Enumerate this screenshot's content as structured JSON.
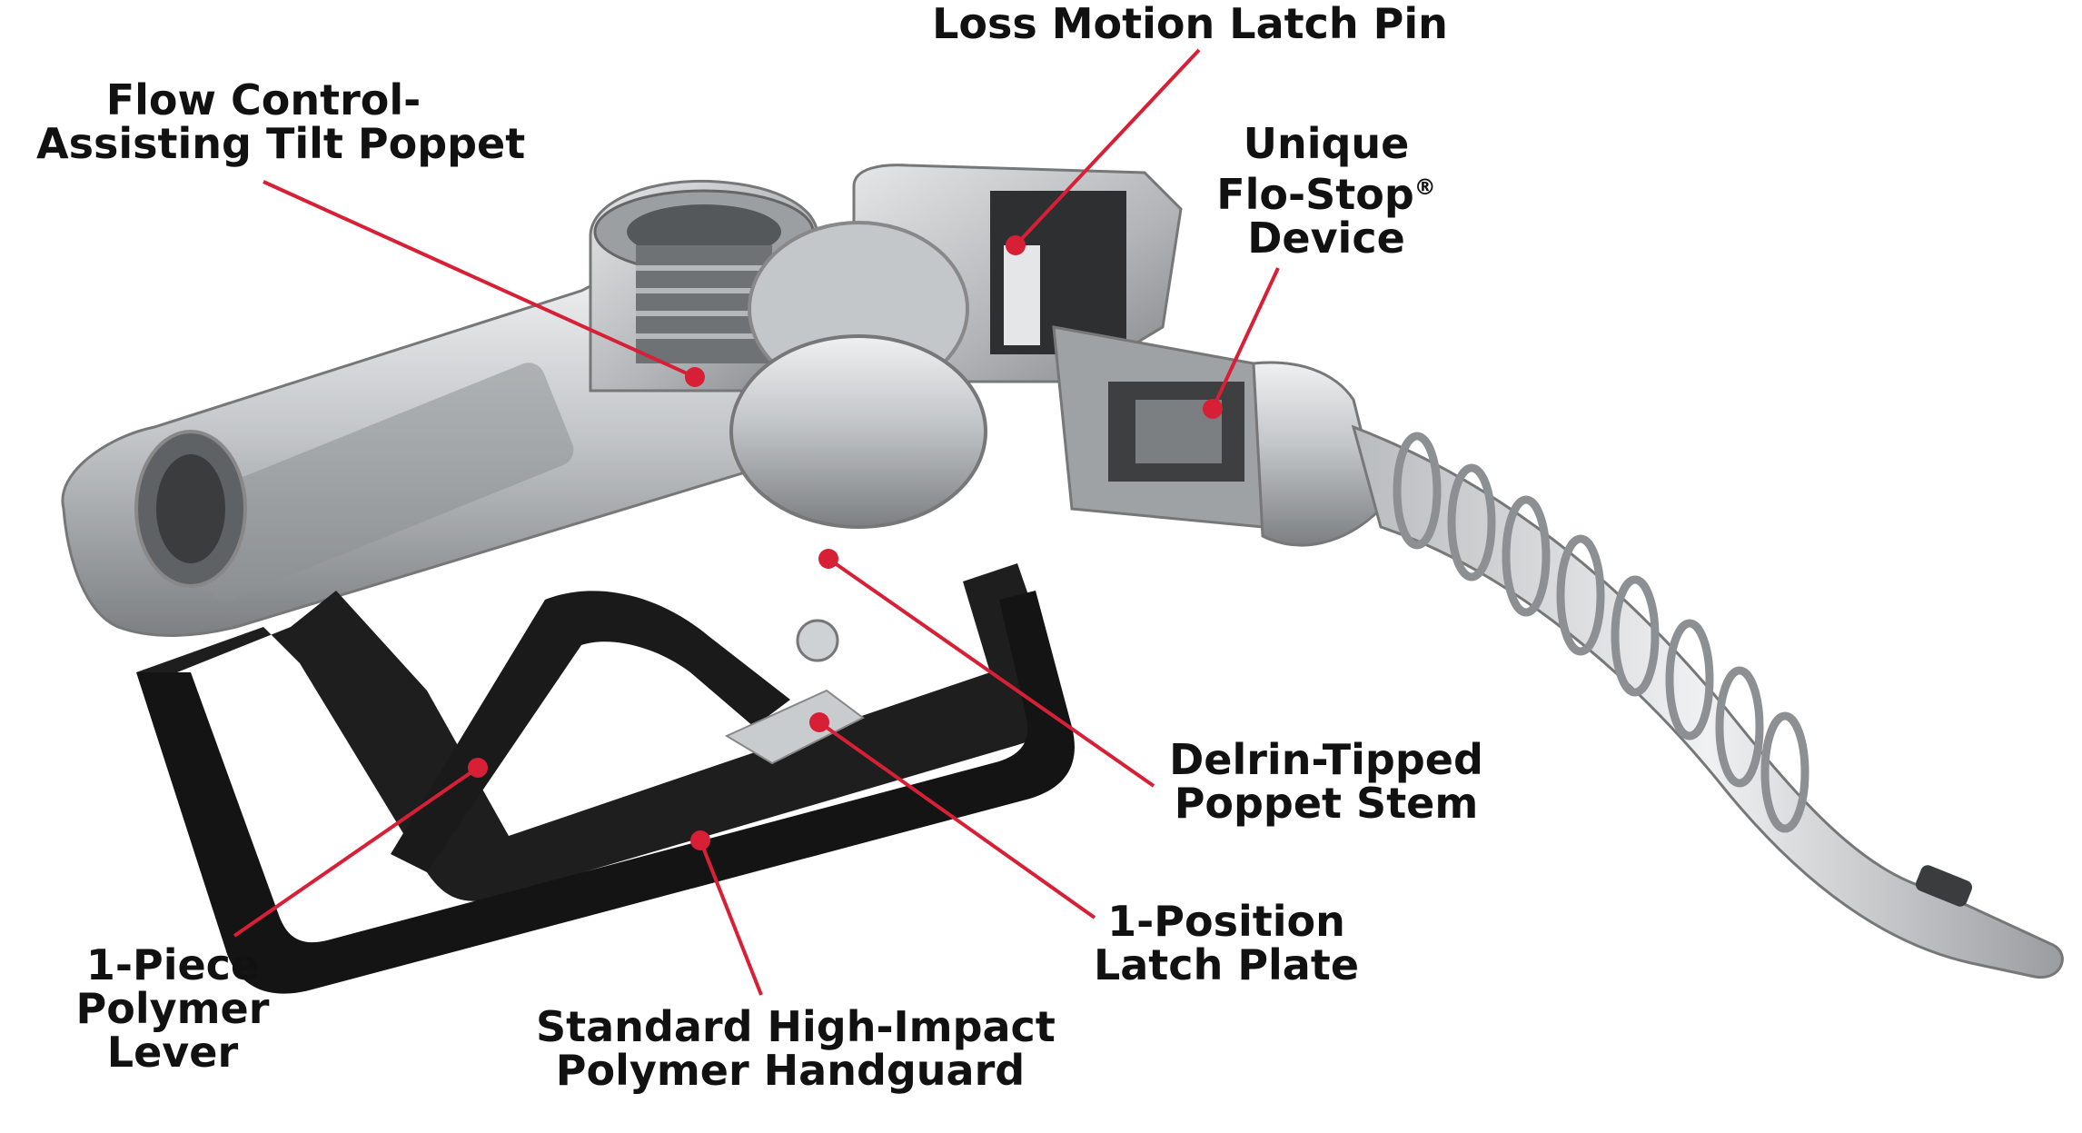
{
  "colors": {
    "leader": "#d71f36",
    "text": "#111111",
    "metal_light": "#d9dbdc",
    "metal_mid": "#a8abad",
    "metal_dark": "#6d7073",
    "polymer": "#1c1c1c"
  },
  "callouts": {
    "loss_motion_latch_pin": {
      "line1": "Loss Motion Latch Pin"
    },
    "tilt_poppet": {
      "line1": "Flow Control-",
      "line2": "Assisting Tilt Poppet"
    },
    "flo_stop": {
      "line1": "Unique",
      "line2": "Flo-Stop",
      "mark": "®",
      "line3": "Device"
    },
    "poppet_stem": {
      "line1": "Delrin-Tipped",
      "line2": "Poppet Stem"
    },
    "latch_plate": {
      "line1": "1-Position",
      "line2": "Latch Plate"
    },
    "polymer_lever": {
      "line1": "1-Piece",
      "line2": "Polymer",
      "line3": "Lever"
    },
    "handguard": {
      "line1": "Standard High-Impact",
      "line2": "Polymer Handguard"
    }
  }
}
